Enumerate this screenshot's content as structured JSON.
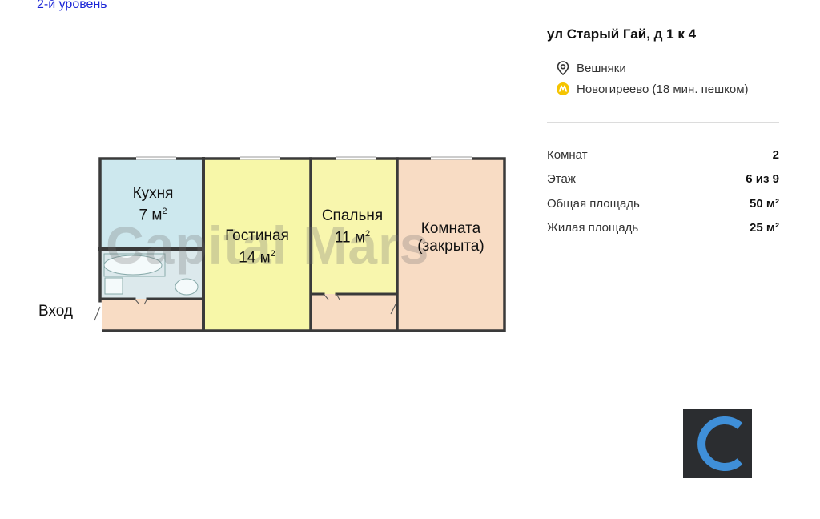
{
  "header": {
    "level_link": "2-й уровень"
  },
  "plan": {
    "rooms": {
      "kitchen": {
        "name": "Кухня",
        "area": "7 м",
        "sup": "2"
      },
      "living": {
        "name": "Гостиная",
        "area": "14 м",
        "sup": "2"
      },
      "bedroom": {
        "name": "Спальня",
        "area": "11 м",
        "sup": "2"
      },
      "room": {
        "name": "Комната",
        "note": "(закрыта)"
      }
    },
    "entrance": "Вход",
    "watermark": "Capital Mars",
    "colors": {
      "kitchen": "#cde8ee",
      "living": "#f7f7a8",
      "bedroom": "#f8f6ad",
      "room": "#f8dcc4",
      "hall": "#f8dcc4",
      "bath": "#dce9ec",
      "wall": "#3a3a3a"
    }
  },
  "info": {
    "address": "ул Старый Гай, д 1 к 4",
    "district": "Вешняки",
    "metro": "Новогиреево (18 мин. пешком)",
    "metro_color": "#f5c400",
    "specs": [
      {
        "label": "Комнат",
        "value": "2"
      },
      {
        "label": "Этаж",
        "value": "6 из 9"
      },
      {
        "label": "Общая площадь",
        "value": "50 м²"
      },
      {
        "label": "Жилая площадь",
        "value": "25 м²"
      }
    ]
  },
  "logo": {
    "accent": "#3f8fd8"
  }
}
